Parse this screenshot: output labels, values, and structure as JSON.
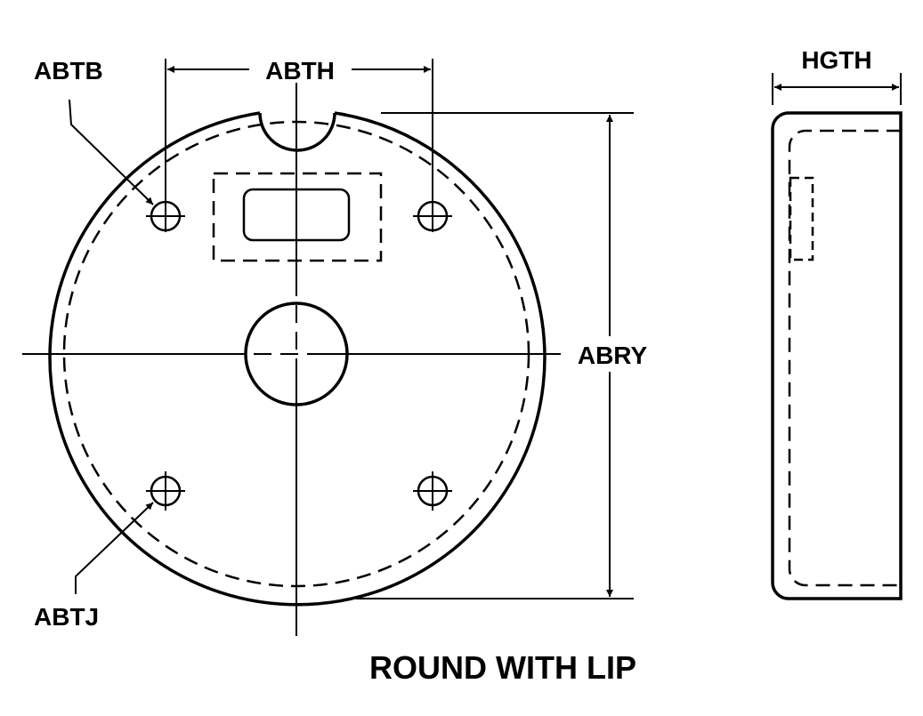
{
  "labels": {
    "abtb": "ABTB",
    "abth": "ABTH",
    "abry": "ABRY",
    "abtj": "ABTJ",
    "hgth": "HGTH"
  },
  "title": "ROUND WITH LIP"
}
